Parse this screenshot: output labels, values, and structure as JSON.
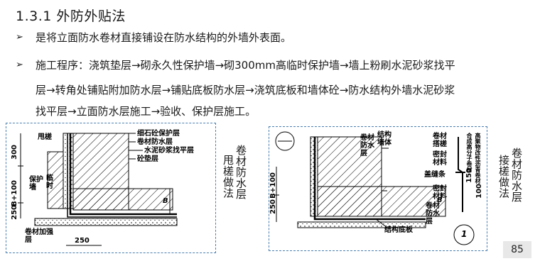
{
  "title": "1.3.1 外防外贴法",
  "bullets": [
    {
      "marker": "➢",
      "text": "是将立面防水卷材直接铺设在防水结构的外墙外表面。"
    },
    {
      "marker": "➢",
      "text": "施工程序：浇筑垫层→砌永久性保护墙→砌300mm高临时保护墙→墙上粉刷水泥砂浆找平"
    }
  ],
  "bullet2_cont": [
    "层→转角处铺贴附加防水层→铺贴底板防水层→浇筑底板和墙体砼→防水结构外墙水泥砂浆",
    "找平层→立面防水层施工→验收、保护层施工。"
  ],
  "figure1": {
    "labels": {
      "weiyang": "甩槎",
      "baohu": "保护墙",
      "linshi": "临时",
      "jiaqiang": "卷材加强层",
      "xishi": "细石砼保护层",
      "juancai": "卷材防水层",
      "shuini": "水泥砂浆找平层",
      "dianceng": "砼垫层",
      "dim300": "300",
      "dimB100": "B+100",
      "dim250v": "250",
      "dim250h": "250",
      "dimB": "B"
    },
    "caption_a": "甩槎做法",
    "caption_b": "卷材防水层"
  },
  "figure2": {
    "labels": {
      "struct_wall": "结构墙体",
      "juancai_fs": "卷材防水层",
      "juancai_tc": "卷材搭槎",
      "mifeng1": "密封材料",
      "gaifeng": "盖缝条",
      "mifeng2": "密封材料",
      "juancai_fs2": "卷材防水层",
      "struct_floor": "结构底板",
      "dim100": "100",
      "dim150": "150",
      "dimB100": "B+100",
      "dim250": "250",
      "dimB": "B",
      "note1": "合成高分子卷材",
      "note2": "高聚物改性沥青卷材",
      "circle": "1"
    },
    "caption_a": "接槎做法",
    "caption_b": "卷材防水层"
  },
  "page_number": "85"
}
